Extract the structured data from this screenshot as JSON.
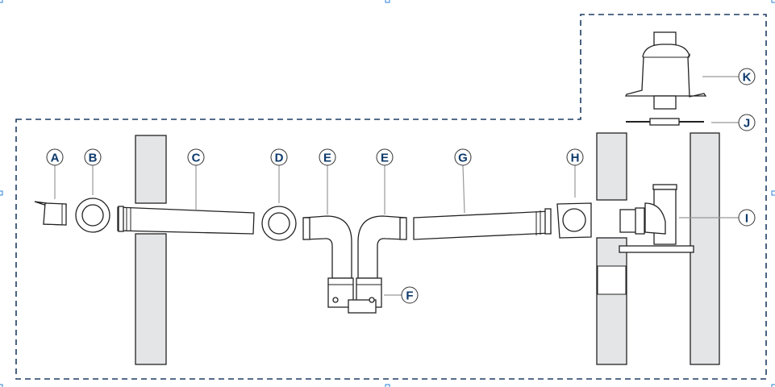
{
  "diagram": {
    "labels": {
      "a": "A",
      "b": "B",
      "c": "C",
      "d": "D",
      "e1": "E",
      "e2": "E",
      "f": "F",
      "g": "G",
      "h": "H",
      "i": "I",
      "j": "J",
      "k": "K"
    },
    "colors": {
      "label": "#0d3a6b",
      "outline": "#1d3d63",
      "wall": "#e4e5e7",
      "handle": "#2a7fd4"
    }
  }
}
